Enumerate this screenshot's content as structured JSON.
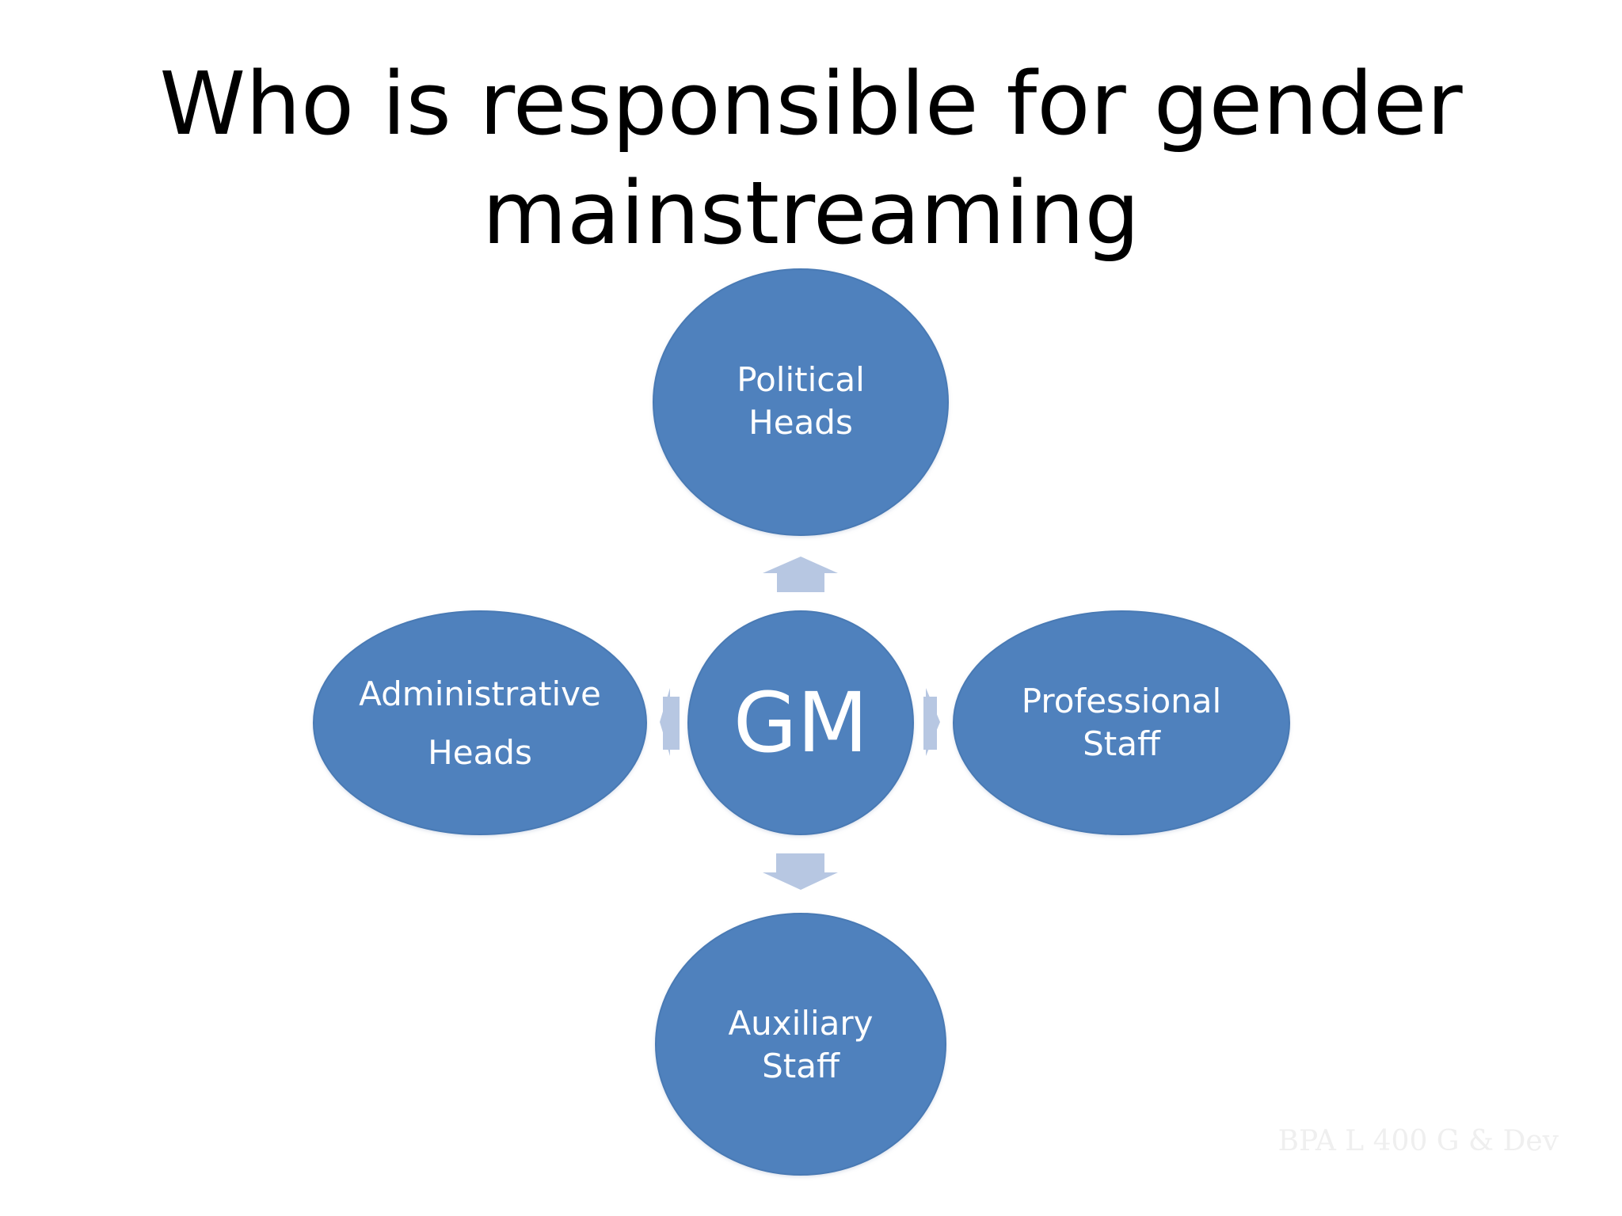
{
  "slide": {
    "title_line_1": "Who is responsible for gender",
    "title_line_2": "mainstreaming",
    "footer_text": "BPA L 400 G & Dev"
  },
  "diagram": {
    "center": {
      "label": "GM"
    },
    "nodes": [
      {
        "key": "political_heads",
        "line_1": "Political",
        "line_2": "Heads"
      },
      {
        "key": "administrative_heads",
        "line_1": "Administrative",
        "line_2": "Heads"
      },
      {
        "key": "professional_staff",
        "line_1": "Professional",
        "line_2": "Staff"
      },
      {
        "key": "auxiliary_staff",
        "line_1": "Auxiliary",
        "line_2": "Staff"
      }
    ]
  },
  "colors": {
    "node_fill": "#4f81bd",
    "node_stroke": "#4a7ab4",
    "arrow_fill": "#b7c7e2",
    "text_on_node": "#ffffff",
    "title_text": "#000000",
    "footer_text": "#efefef",
    "background": "#ffffff"
  }
}
